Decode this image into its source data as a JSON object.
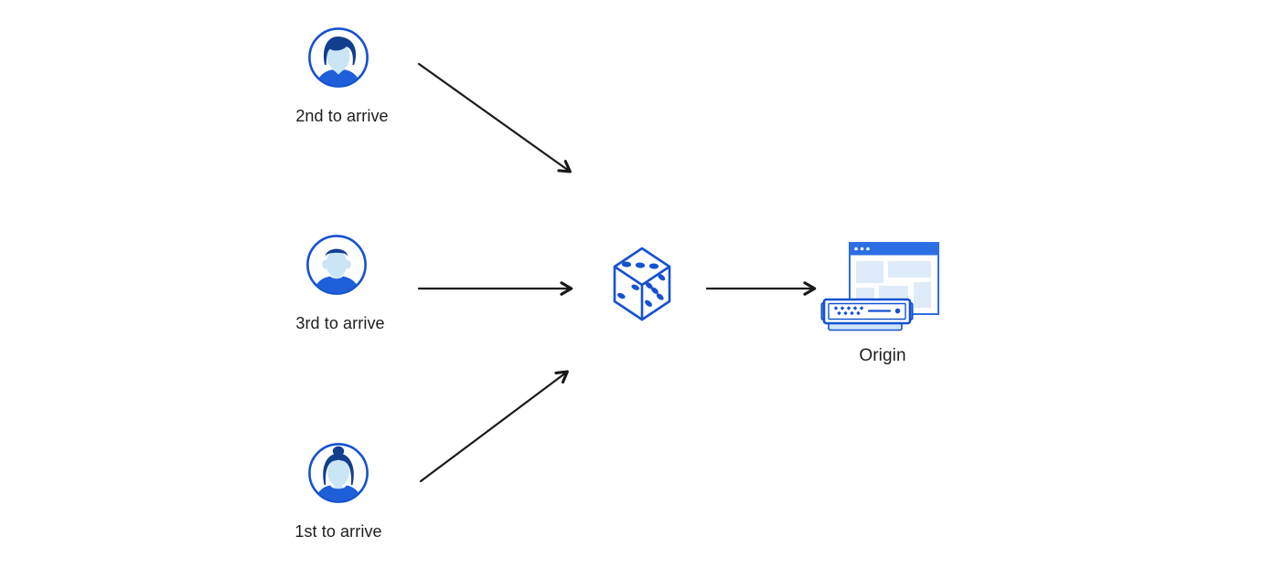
{
  "diagram_type": "flow-diagram",
  "clients": [
    {
      "label": "2nd to arrive",
      "icon": "male-avatar-swept-hair-icon"
    },
    {
      "label": "3rd to arrive",
      "icon": "male-avatar-flat-hair-icon"
    },
    {
      "label": "1st to arrive",
      "icon": "female-avatar-bun-icon"
    }
  ],
  "hub": {
    "icon": "dice-icon"
  },
  "origin": {
    "label": "Origin",
    "icon": "origin-server-browser-icon"
  },
  "arrows": [
    {
      "from": "client-2nd-to-arrive",
      "to": "dice"
    },
    {
      "from": "client-3rd-to-arrive",
      "to": "dice"
    },
    {
      "from": "client-1st-to-arrive",
      "to": "dice"
    },
    {
      "from": "dice",
      "to": "origin"
    }
  ],
  "colors": {
    "line_blue": "#1552d0",
    "fill_blue": "#1d5fd8",
    "navy": "#123e8e",
    "skin": "#c9e5f6",
    "panel_blue": "#dfebf8",
    "base_blue": "#cfe5f7",
    "titlebar_blue": "#2b6fe3",
    "arrow_black": "#1a1a1a",
    "text": "#1d1d1f",
    "background": "#ffffff"
  }
}
